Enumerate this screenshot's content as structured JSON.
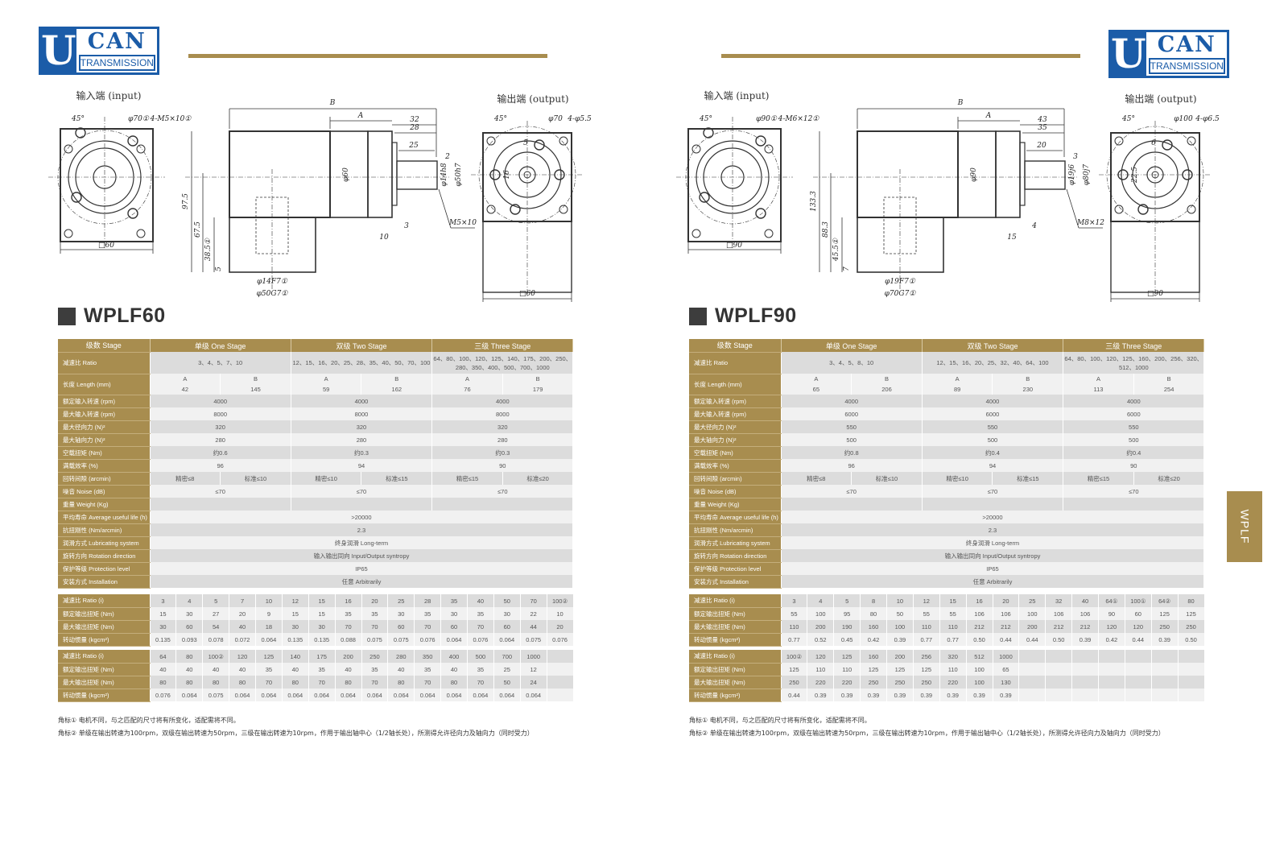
{
  "brand": {
    "letter": "U",
    "name": "CAN",
    "sub": "TRANSMISSION"
  },
  "side_tab": "WPLF",
  "colors": {
    "gold": "#a88d4f",
    "blue": "#1b5ca8"
  },
  "pages": [
    {
      "model": "WPLF60",
      "drawing": {
        "input_title": "输入端 (input)",
        "output_title": "输出端 (output)",
        "B": "B",
        "A": "A",
        "len1": "32",
        "len2": "28",
        "len3": "25",
        "len4": "2",
        "shaft": "φ14h8",
        "pilot": "φ50h7",
        "body": "φ60",
        "thread": "M5×10",
        "h1": "97.5",
        "h2": "67.5",
        "h3": "38.5①",
        "h4": "5",
        "l10": "10",
        "l3": "3",
        "bore": "φ14F7①",
        "spigot": "φ50G7①",
        "in_square": "□60",
        "in_pcd": "φ70①",
        "in_holes": "4-M5×10①",
        "angle": "45°",
        "out_pcd": "φ70",
        "out_holes": "4-φ5.5",
        "key": "5",
        "key_h": "16",
        "out_square": "□60"
      },
      "spec": {
        "header": [
          "级数 Stage",
          "单级 One Stage",
          "双级 Two Stage",
          "三级 Three Stage"
        ],
        "ratio": {
          "label": "减速比 Ratio",
          "values": [
            "3、4、5、7、10",
            "12、15、16、20、25、28、35、40、50、70、100",
            "64、80、100、120、125、140、175、200、250、280、350、400、500、700、1000"
          ]
        },
        "length": {
          "label": "长度 Length (mm)",
          "subheads": [
            "A",
            "B",
            "A",
            "B",
            "A",
            "B"
          ],
          "values": [
            "42",
            "145",
            "59",
            "162",
            "76",
            "179"
          ]
        },
        "rows": [
          {
            "label": "额定输入转速 (rpm)",
            "span": "stage",
            "values": [
              "4000",
              "4000",
              "4000"
            ]
          },
          {
            "label": "最大输入转速 (rpm)",
            "span": "stage",
            "values": [
              "8000",
              "8000",
              "8000"
            ]
          },
          {
            "label": "最大径向力 (N)²",
            "span": "stage",
            "values": [
              "320",
              "320",
              "320"
            ]
          },
          {
            "label": "最大轴向力 (N)²",
            "span": "stage",
            "values": [
              "280",
              "280",
              "280"
            ]
          },
          {
            "label": "空载扭矩 (Nm)",
            "span": "stage",
            "values": [
              "约0.6",
              "约0.3",
              "约0.3"
            ]
          },
          {
            "label": "满载效率 (%)",
            "span": "stage",
            "values": [
              "96",
              "94",
              "90"
            ]
          },
          {
            "label": "回转间隙 (arcmin)",
            "span": "sub",
            "values": [
              "精密≤8",
              "标准≤10",
              "精密≤10",
              "标准≤15",
              "精密≤15",
              "标准≤20"
            ]
          },
          {
            "label": "噪音 Noise (dB)",
            "span": "stage",
            "values": [
              "≤70",
              "≤70",
              "≤70"
            ]
          },
          {
            "label": "重量 Weight (Kg)",
            "span": "stage",
            "values": [
              "",
              "",
              ""
            ]
          },
          {
            "label": "平均寿命 Average useful life (h)",
            "span": "all",
            "values": [
              ">20000"
            ]
          },
          {
            "label": "抗扭刚性 (Nm/arcmin)",
            "span": "all",
            "values": [
              "2.3"
            ]
          },
          {
            "label": "润滑方式 Lubricating system",
            "span": "all",
            "values": [
              "终身润滑 Long-term"
            ]
          },
          {
            "label": "旋转方向 Rotation direction",
            "span": "all",
            "values": [
              "输入输出同向 Input/Output syntropy"
            ]
          },
          {
            "label": "保护等级 Protection level",
            "span": "all",
            "values": [
              "IP65"
            ]
          },
          {
            "label": "安装方式 Installation",
            "span": "all",
            "values": [
              "任意 Arbitrarily"
            ]
          }
        ]
      },
      "ratio_tables": [
        {
          "rows": [
            {
              "label": "减速比 Ratio (i)",
              "values": [
                "3",
                "4",
                "5",
                "7",
                "10",
                "12",
                "15",
                "16",
                "20",
                "25",
                "28",
                "35",
                "40",
                "50",
                "70",
                "100②"
              ]
            },
            {
              "label": "额定输出扭矩 (Nm)",
              "values": [
                "15",
                "30",
                "27",
                "20",
                "9",
                "15",
                "15",
                "35",
                "35",
                "30",
                "35",
                "30",
                "35",
                "30",
                "22",
                "10"
              ]
            },
            {
              "label": "最大输出扭矩 (Nm)",
              "values": [
                "30",
                "60",
                "54",
                "40",
                "18",
                "30",
                "30",
                "70",
                "70",
                "60",
                "70",
                "60",
                "70",
                "60",
                "44",
                "20"
              ]
            },
            {
              "label": "转动惯量 (kgcm²)",
              "values": [
                "0.135",
                "0.093",
                "0.078",
                "0.072",
                "0.064",
                "0.135",
                "0.135",
                "0.088",
                "0.075",
                "0.075",
                "0.076",
                "0.064",
                "0.076",
                "0.064",
                "0.075",
                "0.076"
              ]
            }
          ]
        },
        {
          "rows": [
            {
              "label": "减速比 Ratio (i)",
              "values": [
                "64",
                "80",
                "100②",
                "120",
                "125",
                "140",
                "175",
                "200",
                "250",
                "280",
                "350",
                "400",
                "500",
                "700",
                "1000",
                ""
              ]
            },
            {
              "label": "额定输出扭矩 (Nm)",
              "values": [
                "40",
                "40",
                "40",
                "40",
                "35",
                "40",
                "35",
                "40",
                "35",
                "40",
                "35",
                "40",
                "35",
                "25",
                "12",
                ""
              ]
            },
            {
              "label": "最大输出扭矩 (Nm)",
              "values": [
                "80",
                "80",
                "80",
                "80",
                "70",
                "80",
                "70",
                "80",
                "70",
                "80",
                "70",
                "80",
                "70",
                "50",
                "24",
                ""
              ]
            },
            {
              "label": "转动惯量 (kgcm²)",
              "values": [
                "0.076",
                "0.064",
                "0.075",
                "0.064",
                "0.064",
                "0.064",
                "0.064",
                "0.064",
                "0.064",
                "0.064",
                "0.064",
                "0.064",
                "0.064",
                "0.064",
                "0.064",
                ""
              ]
            }
          ]
        }
      ],
      "footnotes": [
        "角标① 电机不同，与之匹配的尺寸将有所变化，适配需将不同。",
        "角标② 单级在输出转速为100rpm，双级在输出转速为50rpm，三级在输出转速为10rpm，作用于输出轴中心（1/2轴长处），所测得允许径向力及轴向力（同时受力）"
      ]
    },
    {
      "model": "WPLF90",
      "drawing": {
        "input_title": "输入端 (input)",
        "output_title": "输出端 (output)",
        "B": "B",
        "A": "A",
        "len1": "43",
        "len2": "35",
        "len3": "20",
        "len4": "3",
        "shaft": "φ19j6",
        "pilot": "φ80j7",
        "body": "φ90",
        "thread": "M8×12",
        "h1": "133.3",
        "h2": "88.3",
        "h3": "45.5①",
        "h4": "7",
        "l10": "15",
        "l3": "4",
        "bore": "φ19F7①",
        "spigot": "φ70G7①",
        "in_square": "□90",
        "in_pcd": "φ90①",
        "in_holes": "4-M6×12①",
        "angle": "45°",
        "out_pcd": "φ100",
        "out_holes": "4-φ6.5",
        "key": "6",
        "key_h": "22.5",
        "out_square": "□90"
      },
      "spec": {
        "header": [
          "级数 Stage",
          "单级 One Stage",
          "双级 Two Stage",
          "三级 Three Stage"
        ],
        "ratio": {
          "label": "减速比 Ratio",
          "values": [
            "3、4、5、8、10",
            "12、15、16、20、25、32、40、64、100",
            "64、80、100、120、125、160、200、256、320、512、1000"
          ]
        },
        "length": {
          "label": "长度 Length (mm)",
          "subheads": [
            "A",
            "B",
            "A",
            "B",
            "A",
            "B"
          ],
          "values": [
            "65",
            "206",
            "89",
            "230",
            "113",
            "254"
          ]
        },
        "rows": [
          {
            "label": "额定输入转速 (rpm)",
            "span": "stage",
            "values": [
              "4000",
              "4000",
              "4000"
            ]
          },
          {
            "label": "最大输入转速 (rpm)",
            "span": "stage",
            "values": [
              "6000",
              "6000",
              "6000"
            ]
          },
          {
            "label": "最大径向力 (N)²",
            "span": "stage",
            "values": [
              "550",
              "550",
              "550"
            ]
          },
          {
            "label": "最大轴向力 (N)²",
            "span": "stage",
            "values": [
              "500",
              "500",
              "500"
            ]
          },
          {
            "label": "空载扭矩 (Nm)",
            "span": "stage",
            "values": [
              "约0.8",
              "约0.4",
              "约0.4"
            ]
          },
          {
            "label": "满载效率 (%)",
            "span": "stage",
            "values": [
              "96",
              "94",
              "90"
            ]
          },
          {
            "label": "回转间隙 (arcmin)",
            "span": "sub",
            "values": [
              "精密≤8",
              "标准≤10",
              "精密≤10",
              "标准≤15",
              "精密≤15",
              "标准≤20"
            ]
          },
          {
            "label": "噪音 Noise (dB)",
            "span": "stage",
            "values": [
              "≤70",
              "≤70",
              "≤70"
            ]
          },
          {
            "label": "重量 Weight (Kg)",
            "span": "stage",
            "values": [
              "",
              "",
              ""
            ]
          },
          {
            "label": "平均寿命 Average useful life (h)",
            "span": "all",
            "values": [
              ">20000"
            ]
          },
          {
            "label": "抗扭刚性 (Nm/arcmin)",
            "span": "all",
            "values": [
              "2.3"
            ]
          },
          {
            "label": "润滑方式 Lubricating system",
            "span": "all",
            "values": [
              "终身润滑 Long-term"
            ]
          },
          {
            "label": "旋转方向 Rotation direction",
            "span": "all",
            "values": [
              "输入输出同向 Input/Output syntropy"
            ]
          },
          {
            "label": "保护等级 Protection level",
            "span": "all",
            "values": [
              "IP65"
            ]
          },
          {
            "label": "安装方式 Installation",
            "span": "all",
            "values": [
              "任意 Arbitrarily"
            ]
          }
        ]
      },
      "ratio_tables": [
        {
          "rows": [
            {
              "label": "减速比 Ratio (i)",
              "values": [
                "3",
                "4",
                "5",
                "8",
                "10",
                "12",
                "15",
                "16",
                "20",
                "25",
                "32",
                "40",
                "64①",
                "100①",
                "64②",
                "80"
              ]
            },
            {
              "label": "额定输出扭矩 (Nm)",
              "values": [
                "55",
                "100",
                "95",
                "80",
                "50",
                "55",
                "55",
                "106",
                "106",
                "100",
                "106",
                "106",
                "90",
                "60",
                "125",
                "125"
              ]
            },
            {
              "label": "最大输出扭矩 (Nm)",
              "values": [
                "110",
                "200",
                "190",
                "160",
                "100",
                "110",
                "110",
                "212",
                "212",
                "200",
                "212",
                "212",
                "120",
                "120",
                "250",
                "250"
              ]
            },
            {
              "label": "转动惯量 (kgcm²)",
              "values": [
                "0.77",
                "0.52",
                "0.45",
                "0.42",
                "0.39",
                "0.77",
                "0.77",
                "0.50",
                "0.44",
                "0.44",
                "0.50",
                "0.39",
                "0.42",
                "0.44",
                "0.39",
                "0.50"
              ]
            }
          ]
        },
        {
          "rows": [
            {
              "label": "减速比 Ratio (i)",
              "values": [
                "100②",
                "120",
                "125",
                "160",
                "200",
                "256",
                "320",
                "512",
                "1000",
                "",
                "",
                "",
                "",
                "",
                "",
                ""
              ]
            },
            {
              "label": "额定输出扭矩 (Nm)",
              "values": [
                "125",
                "110",
                "110",
                "125",
                "125",
                "125",
                "110",
                "100",
                "65",
                "",
                "",
                "",
                "",
                "",
                "",
                ""
              ]
            },
            {
              "label": "最大输出扭矩 (Nm)",
              "values": [
                "250",
                "220",
                "220",
                "250",
                "250",
                "250",
                "220",
                "100",
                "130",
                "",
                "",
                "",
                "",
                "",
                "",
                ""
              ]
            },
            {
              "label": "转动惯量 (kgcm²)",
              "values": [
                "0.44",
                "0.39",
                "0.39",
                "0.39",
                "0.39",
                "0.39",
                "0.39",
                "0.39",
                "0.39",
                "",
                "",
                "",
                "",
                "",
                "",
                ""
              ]
            }
          ]
        }
      ],
      "footnotes": [
        "角标① 电机不同，与之匹配的尺寸将有所变化，适配需将不同。",
        "角标② 单级在输出转速为100rpm，双级在输出转速为50rpm，三级在输出转速为10rpm，作用于输出轴中心（1/2轴长处），所测得允许径向力及轴向力（同时受力）"
      ]
    }
  ]
}
